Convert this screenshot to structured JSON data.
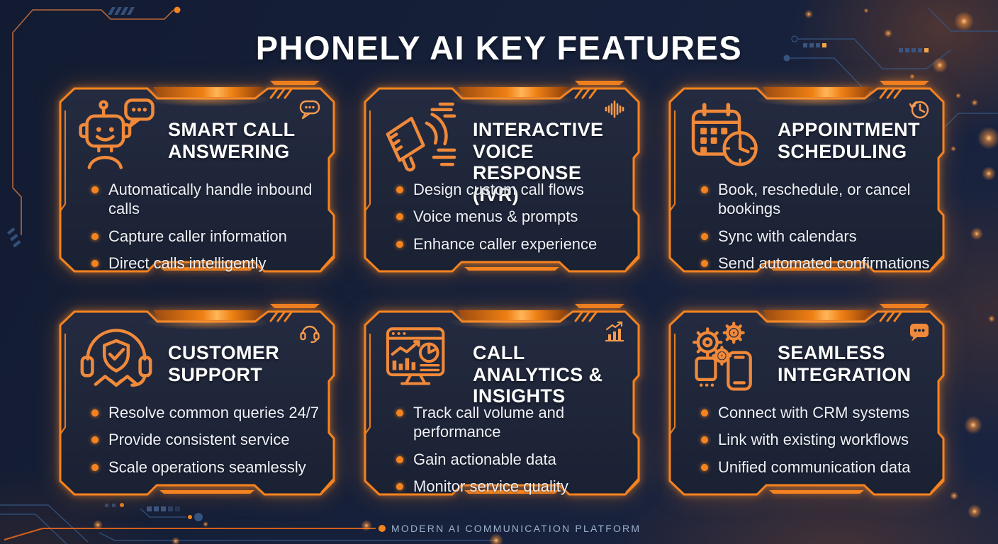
{
  "header": {
    "title": "PHONELY AI KEY FEATURES"
  },
  "footer": {
    "label": "MODERN AI COMMUNICATION PLATFORM"
  },
  "colors": {
    "background_navy": "#162039",
    "card_fill": "#1f2638",
    "accent_orange": "#f5831f",
    "bright_orange": "#ffb558",
    "icon_orange": "#f0893a",
    "circuit_blue": "#35547f",
    "title_white": "#ffffff",
    "body_text": "#eef1f7",
    "footer_text": "#9cb0cb"
  },
  "cards": [
    {
      "title": "SMART CALL ANSWERING",
      "icon": "robot-chat-icon",
      "corner_icon": "chat-bubble-icon",
      "bullets": [
        "Automatically handle inbound calls",
        "Capture caller information",
        "Direct calls intelligently"
      ]
    },
    {
      "title": "INTERACTIVE VOICE RESPONSE (IVR)",
      "icon": "megaphone-icon",
      "corner_icon": "waveform-icon",
      "bullets": [
        "Design custom call flows",
        "Voice menus & prompts",
        "Enhance caller experience"
      ]
    },
    {
      "title": "APPOINTMENT SCHEDULING",
      "icon": "calendar-clock-icon",
      "corner_icon": "clock-refresh-icon",
      "bullets": [
        "Book, reschedule, or cancel bookings",
        "Sync with calendars",
        "Send automated confirmations"
      ]
    },
    {
      "title": "CUSTOMER SUPPORT",
      "icon": "support-headset-icon",
      "corner_icon": "headset-icon",
      "bullets": [
        "Resolve common queries 24/7",
        "Provide consistent service",
        "Scale operations seamlessly"
      ]
    },
    {
      "title": "CALL ANALYTICS & INSIGHTS",
      "icon": "analytics-dashboard-icon",
      "corner_icon": "bar-chart-icon",
      "bullets": [
        "Track call volume and performance",
        "Gain actionable data",
        "Monitor service quality"
      ]
    },
    {
      "title": "SEAMLESS INTEGRATION",
      "icon": "gears-phone-icon",
      "corner_icon": "chat-dots-icon",
      "bullets": [
        "Connect with CRM systems",
        "Link with existing workflows",
        "Unified communication data"
      ]
    }
  ]
}
